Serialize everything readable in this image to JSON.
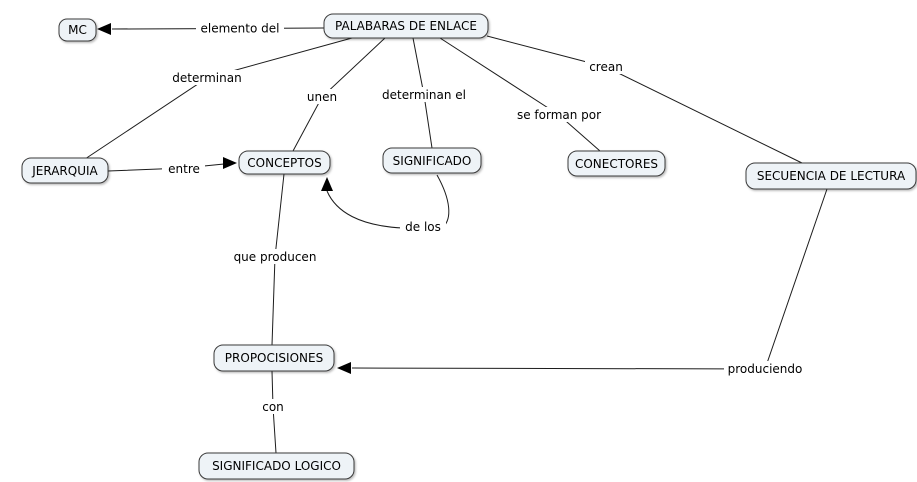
{
  "diagram": {
    "type": "concept-map",
    "language": "es",
    "colors": {
      "background": "#ffffff",
      "node_fill": "#eef3f7",
      "node_border": "#3a3a3a",
      "line": "#1c1c1c",
      "text": "#000000"
    },
    "nodes": [
      {
        "id": "mc",
        "label": "MC"
      },
      {
        "id": "palabaras-de-enlace",
        "label": "PALABARAS DE ENLACE"
      },
      {
        "id": "jerarquia",
        "label": "JERARQUIA"
      },
      {
        "id": "conceptos",
        "label": "CONCEPTOS"
      },
      {
        "id": "significado",
        "label": "SIGNIFICADO"
      },
      {
        "id": "conectores",
        "label": "CONECTORES"
      },
      {
        "id": "secuencia-de-lectura",
        "label": "SECUENCIA DE LECTURA"
      },
      {
        "id": "propocisiones",
        "label": "PROPOCISIONES"
      },
      {
        "id": "significado-logico",
        "label": "SIGNIFICADO LOGICO"
      }
    ],
    "edges": [
      {
        "from": "palabaras-de-enlace",
        "to": "mc",
        "label": "elemento del",
        "arrow": "at-mc"
      },
      {
        "from": "palabaras-de-enlace",
        "to": "jerarquia",
        "label": "determinan",
        "arrow": "none"
      },
      {
        "from": "palabaras-de-enlace",
        "to": "conceptos",
        "label": "unen",
        "arrow": "none"
      },
      {
        "from": "palabaras-de-enlace",
        "to": "significado",
        "label": "determinan el",
        "arrow": "none"
      },
      {
        "from": "palabaras-de-enlace",
        "to": "conectores",
        "label": "se forman por",
        "arrow": "none"
      },
      {
        "from": "palabaras-de-enlace",
        "to": "secuencia-de-lectura",
        "label": "crean",
        "arrow": "none"
      },
      {
        "from": "jerarquia",
        "to": "conceptos",
        "label": "entre",
        "arrow": "at-conceptos"
      },
      {
        "from": "significado",
        "to": "conceptos",
        "label": "de los",
        "arrow": "at-conceptos"
      },
      {
        "from": "conceptos",
        "to": "propocisiones",
        "label": "que producen",
        "arrow": "none"
      },
      {
        "from": "propocisiones",
        "to": "significado-logico",
        "label": "con",
        "arrow": "none"
      },
      {
        "from": "secuencia-de-lectura",
        "to": "propocisiones",
        "label": "produciendo",
        "arrow": "at-propocisiones"
      }
    ]
  }
}
